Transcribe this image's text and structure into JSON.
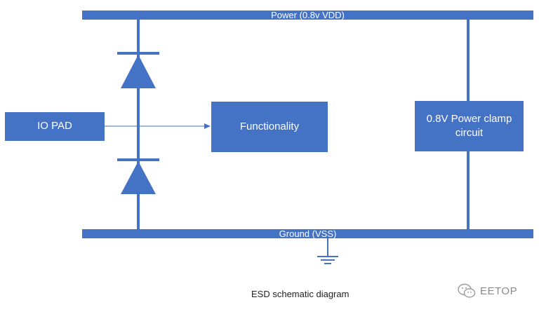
{
  "power_rail": {
    "label": "Power (0.8v VDD)"
  },
  "ground_rail": {
    "label": "Ground (VSS)"
  },
  "io_pad": {
    "label": "IO PAD"
  },
  "functionality": {
    "label": "Functionality"
  },
  "power_clamp": {
    "line1": "0.8V Power clamp",
    "line2": "circuit"
  },
  "caption": "ESD schematic diagram",
  "watermark": {
    "text": "EETOP",
    "icon": "wechat-icon"
  },
  "colors": {
    "component": "#4472C4",
    "text_on_component": "#FFFFFF"
  }
}
